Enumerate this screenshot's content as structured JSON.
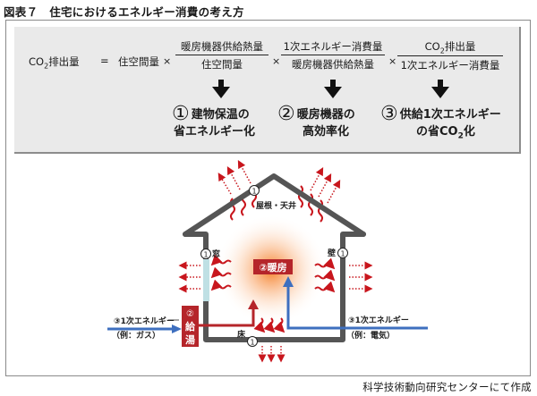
{
  "figure": {
    "title": "図表７　住宅におけるエネルギー消費の考え方",
    "credit": "科学技術動向研究センターにて作成"
  },
  "formula": {
    "lhs_prefix": "CO",
    "lhs_sub": "2",
    "lhs_suffix": "排出量",
    "equals": "=",
    "term1": "住空間量",
    "times": "×",
    "frac1": {
      "numerator": "暖房機器供給熱量",
      "denominator": "住空間量"
    },
    "frac2": {
      "numerator": "1次エネルギー消費量",
      "denominator": "暖房機器供給熱量"
    },
    "frac3": {
      "numerator_prefix": "CO",
      "numerator_sub": "2",
      "numerator_suffix": "排出量",
      "denominator": "1次エネルギー消費量"
    }
  },
  "measures": [
    {
      "number": "①",
      "line1": "建物保温の",
      "line2": "省エネルギー化"
    },
    {
      "number": "②",
      "line1": "暖房機器の",
      "line2": "高効率化"
    },
    {
      "number": "③",
      "line1": "供給1次エネルギー",
      "line2_prefix": "の省CO",
      "line2_sub": "2",
      "line2_suffix": "化"
    }
  ],
  "diagram": {
    "roof_label": "屋根・天井",
    "roof_marker": "①",
    "window_label": "窓",
    "window_marker": "①",
    "wall_label": "壁",
    "wall_marker": "①",
    "floor_label": "床",
    "floor_marker": "①",
    "heating_label": "②暖房",
    "water_heater_marker": "②",
    "water_heater_chars": [
      "給",
      "湯"
    ],
    "energy_left_line1": "③1次エネルギー",
    "energy_left_line2": "（例：ガス）",
    "energy_right_line1": "③1次エネルギー",
    "energy_right_line2": "（例：電気）",
    "colors": {
      "wall": "#555555",
      "heat": "#c8161d",
      "heater_box": "#b5252a",
      "gas_electric_line": "#3e6fbf",
      "window_glass": "#bfe0e4",
      "glow": "#f58a2a"
    }
  }
}
